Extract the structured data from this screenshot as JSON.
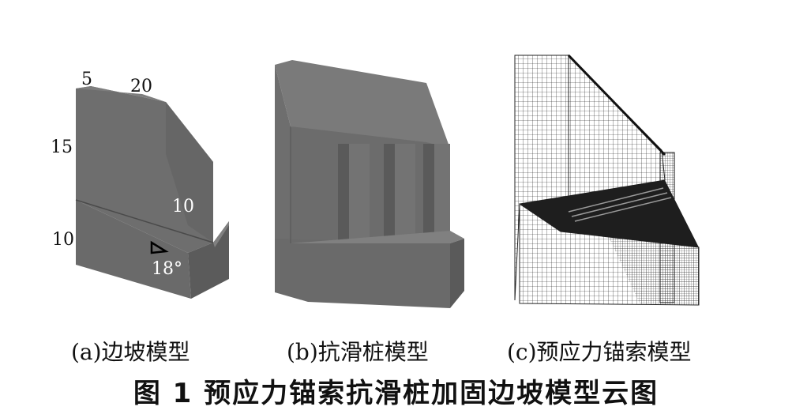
{
  "panel_a": {
    "dims": {
      "d5": "5",
      "d20": "20",
      "d15": "15",
      "d10_upper": "10",
      "d10_lower": "10",
      "angle": "18°"
    },
    "caption": "(a)边坡模型"
  },
  "panel_b": {
    "caption": "(b)抗滑桩模型"
  },
  "panel_c": {
    "caption": "(c)预应力锚索模型"
  },
  "figure": {
    "title": "图 1   预应力锚索抗滑桩加固边坡模型云图"
  },
  "colors": {
    "face_front": "#6e6e6e",
    "face_side": "#5c5c5c",
    "face_top": "#808080",
    "mesh_line": "#1a1a1a",
    "text": "#111111"
  }
}
